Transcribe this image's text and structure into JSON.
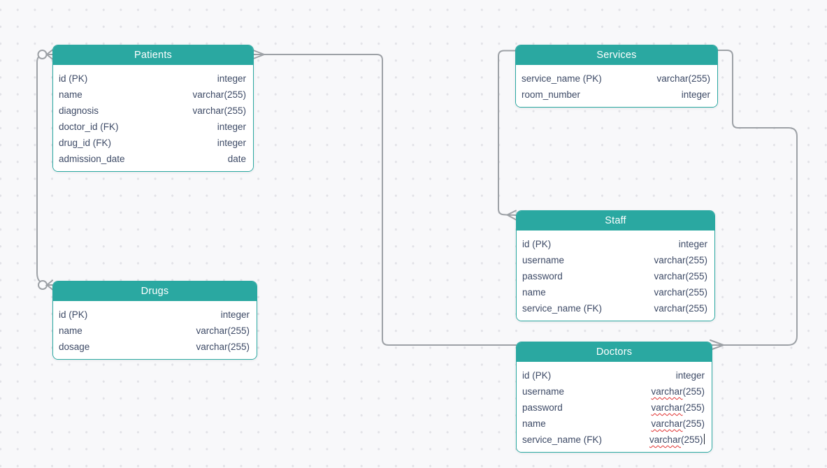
{
  "app": {
    "view_name": "ER Diagram Canvas"
  },
  "theme": {
    "background": "#f8f8fa",
    "grid_dot_color": "#e2e2e7",
    "table_header_color": "#2aa8a1",
    "table_header_text_color": "#ffffff",
    "table_border_color": "#2aa8a1",
    "row_text_color": "#3d4a66",
    "connector_color": "#9da1a6",
    "spellcheck_underline_color": "#e0302f"
  },
  "tables": [
    {
      "name": "Patients",
      "columns": [
        {
          "name": "id (PK)",
          "type": "integer"
        },
        {
          "name": "name",
          "type": "varchar(255)"
        },
        {
          "name": "diagnosis",
          "type": "varchar(255)"
        },
        {
          "name": "doctor_id (FK)",
          "type": "integer"
        },
        {
          "name": "drug_id (FK)",
          "type": "integer"
        },
        {
          "name": "admission_date",
          "type": "date"
        }
      ]
    },
    {
      "name": "Drugs",
      "columns": [
        {
          "name": "id (PK)",
          "type": "integer"
        },
        {
          "name": "name",
          "type": "varchar(255)"
        },
        {
          "name": "dosage",
          "type": "varchar(255)"
        }
      ]
    },
    {
      "name": "Services",
      "columns": [
        {
          "name": "service_name (PK)",
          "type": "varchar(255)"
        },
        {
          "name": "room_number",
          "type": "integer"
        }
      ]
    },
    {
      "name": "Staff",
      "columns": [
        {
          "name": "id (PK)",
          "type": "integer"
        },
        {
          "name": "username",
          "type": "varchar(255)"
        },
        {
          "name": "password",
          "type": "varchar(255)"
        },
        {
          "name": "name",
          "type": "varchar(255)"
        },
        {
          "name": "service_name (FK)",
          "type": "varchar(255)"
        }
      ]
    },
    {
      "name": "Doctors",
      "columns": [
        {
          "name": "id (PK)",
          "type": "integer"
        },
        {
          "name": "username",
          "type": "varchar(255)",
          "spellcheck": true
        },
        {
          "name": "password",
          "type": "varchar(255)",
          "spellcheck": true
        },
        {
          "name": "name",
          "type": "varchar(255)",
          "spellcheck": true
        },
        {
          "name": "service_name (FK)",
          "type": "varchar(255)",
          "spellcheck": true,
          "caret": true
        }
      ]
    }
  ],
  "relationships": [
    {
      "from_table": "Patients",
      "from_marker": "zero-or-many",
      "to_table": "Drugs",
      "to_marker": "zero-or-many"
    },
    {
      "from_table": "Patients",
      "from_marker": "many",
      "to_table": "Doctors",
      "to_marker": "plain"
    },
    {
      "from_table": "Services",
      "from_marker": "plain",
      "to_table": "Staff",
      "to_marker": "many"
    },
    {
      "from_table": "Services",
      "from_marker": "plain",
      "to_table": "Doctors",
      "to_marker": "many"
    }
  ]
}
